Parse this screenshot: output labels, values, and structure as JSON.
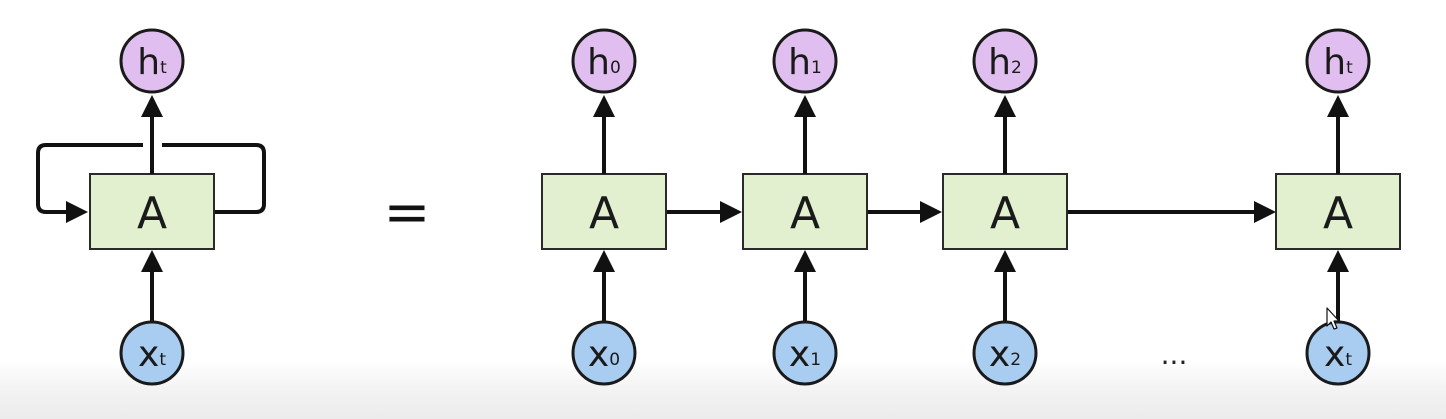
{
  "diagram": {
    "colors": {
      "cell_fill": "#e2f0cf",
      "hidden_node_fill": "#e0bff0",
      "input_node_fill": "#a9cdf1",
      "stroke": "#111111"
    },
    "folded": {
      "cell_label": "A",
      "output": {
        "main": "h",
        "sub": "t"
      },
      "input": {
        "main": "x",
        "sub": "t"
      }
    },
    "equals_sign": "=",
    "ellipsis": "...",
    "unrolled": [
      {
        "cell_label": "A",
        "output": {
          "main": "h",
          "sub": "0"
        },
        "input": {
          "main": "x",
          "sub": "0"
        }
      },
      {
        "cell_label": "A",
        "output": {
          "main": "h",
          "sub": "1"
        },
        "input": {
          "main": "x",
          "sub": "1"
        }
      },
      {
        "cell_label": "A",
        "output": {
          "main": "h",
          "sub": "2"
        },
        "input": {
          "main": "x",
          "sub": "2"
        }
      },
      {
        "cell_label": "A",
        "output": {
          "main": "h",
          "sub": "t"
        },
        "input": {
          "main": "x",
          "sub": "t"
        }
      }
    ]
  }
}
